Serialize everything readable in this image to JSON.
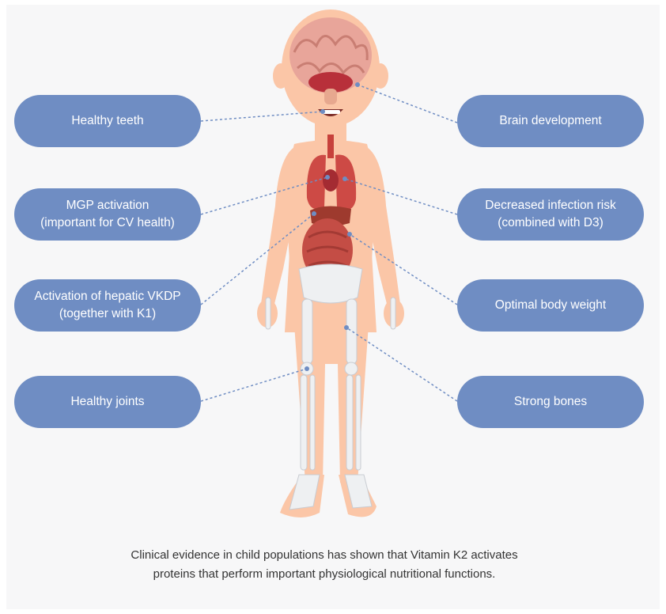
{
  "labels": {
    "left": [
      "Healthy teeth",
      "MGP activation\n(important for CV health)",
      "Activation of hepatic VKDP\n(together with K1)",
      "Healthy joints"
    ],
    "right": [
      "Brain development",
      "Decreased infection risk\n(combined with D3)",
      "Optimal body weight",
      "Strong bones"
    ]
  },
  "caption": "Clinical evidence in child populations has shown that Vitamin K2 activates\nproteins that perform important physiological nutritional functions.",
  "colors": {
    "pill": "#6f8dc3",
    "connector": "#6f8dc3",
    "skin": "#fbc6a7",
    "organ": "#c7413b",
    "bone": "#eef0f2",
    "background": "#f7f7f8"
  }
}
